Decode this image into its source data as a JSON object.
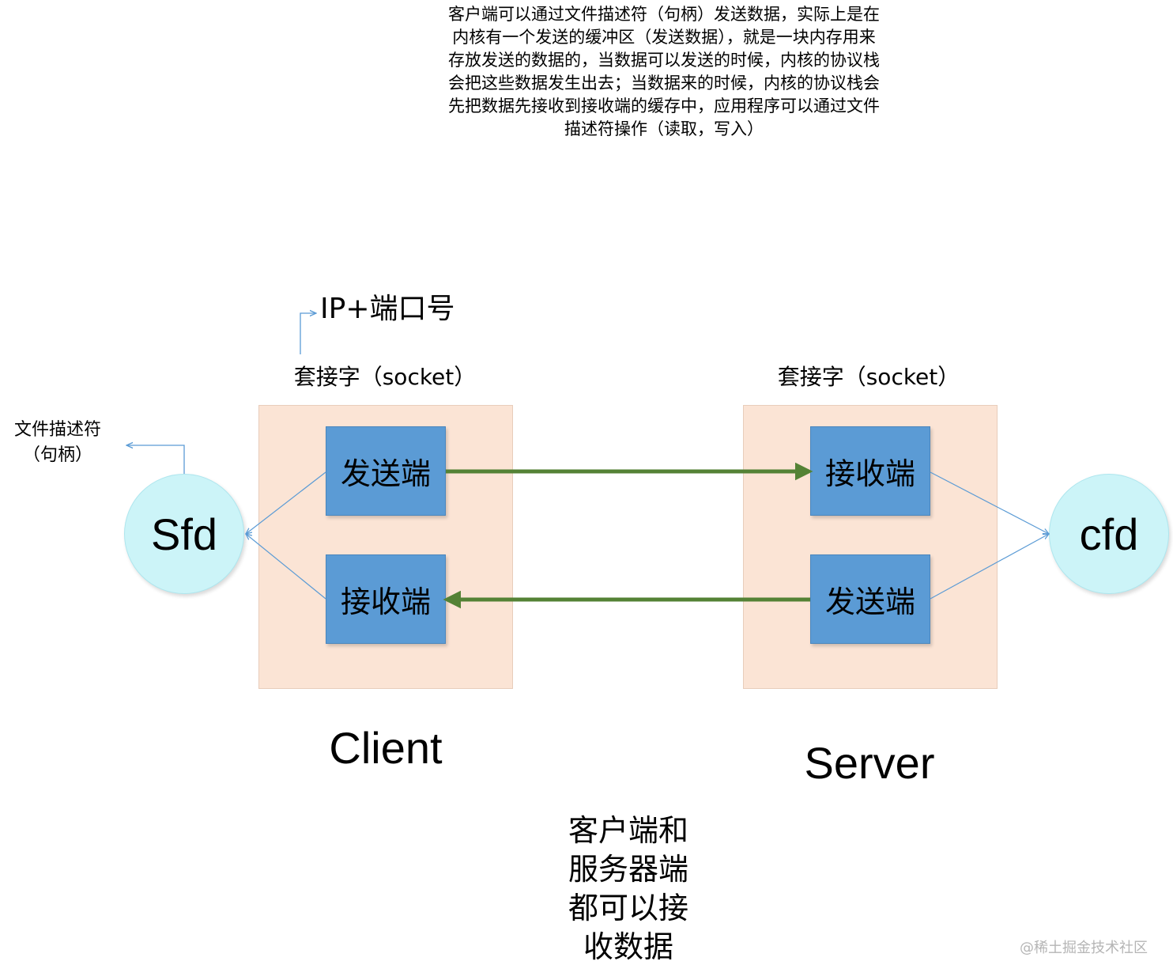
{
  "top_note": {
    "lines": [
      "客户端可以通过文件描述符（句柄）发送数据，实际上是在",
      "内核有一个发送的缓冲区（发送数据），就是一块内存用来",
      "存放发送的数据的，当数据可以发送的时候，内核的协议栈",
      "会把这些数据发生出去；当数据来的时候，内核的协议栈会",
      "先把数据先接收到接收端的缓存中，应用程序可以通过文件",
      "描述符操作（读取，写入）"
    ]
  },
  "ip_label": "IP+端口号",
  "client": {
    "socket_label": "套接字（socket）",
    "send_box": "发送端",
    "recv_box": "接收端",
    "fd_circle": "Sfd",
    "role_label": "Client"
  },
  "server": {
    "socket_label": "套接字（socket）",
    "recv_box": "接收端",
    "send_box": "发送端",
    "fd_circle": "cfd",
    "role_label": "Server"
  },
  "fd_label": {
    "line1": "文件描述符",
    "line2": "（句柄）"
  },
  "bottom_note": {
    "lines": [
      "客户端和",
      "服务器端",
      "都可以接",
      "收数据"
    ]
  },
  "watermark": "@稀土掘金技术社区",
  "colors": {
    "panel": "#fbe4d5",
    "box": "#5b9bd5",
    "circle": "#ccf4f8",
    "data_arrow": "#548235",
    "thin_line": "#5b9bd5"
  }
}
